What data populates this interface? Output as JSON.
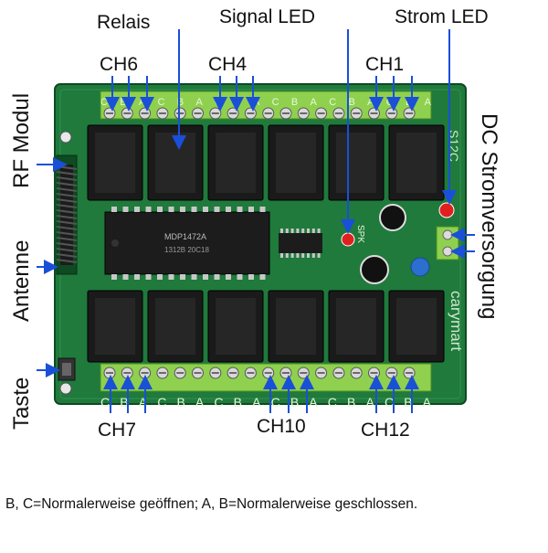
{
  "labels": {
    "relais": "Relais",
    "signal_led": "Signal LED",
    "strom_led": "Strom LED",
    "ch6": "CH6",
    "ch4": "CH4",
    "ch1": "CH1",
    "ch7": "CH7",
    "ch10": "CH10",
    "ch12": "CH12",
    "rf_modul": "RF Modul",
    "antenne": "Antenne",
    "taste": "Taste",
    "dc_strom": "DC Stromversorgung"
  },
  "board": {
    "brand": "carymart",
    "voltage": "S12C",
    "chip_label_1": "MDP1472A",
    "chip_label_2": "1312B 20C18",
    "spk": "SPK",
    "terminal_top": "CBACBACBACBACBACBA",
    "terminal_bottom": "CBACBACBACBACBACBA"
  },
  "note": "B, C=Normalerweise geöffnen; A, B=Normalerweise geschlossen.",
  "colors": {
    "pcb": "#1f7a3c",
    "pcb_dark": "#145a2b",
    "terminal": "#8fd14f",
    "relay": "#1a1a1a",
    "arrow": "#1a4fd8",
    "led": "#e0201f"
  }
}
